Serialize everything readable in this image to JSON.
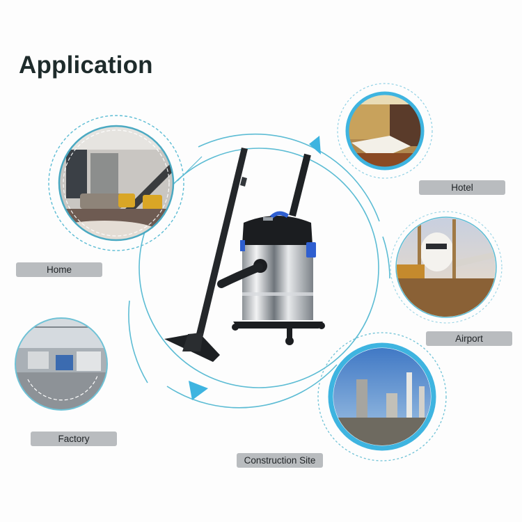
{
  "page": {
    "title": "Application",
    "accent_color": "#3eb4e0",
    "line_color": "#5cbcd4",
    "label_bg": "#b9bcbf"
  },
  "center_product": {
    "name": "wet-dry-vacuum-cleaner",
    "colors": {
      "body": "#c9ccd0",
      "lid": "#1b1d20",
      "accent": "#2f5fd0"
    }
  },
  "applications": [
    {
      "id": "home",
      "label": "Home"
    },
    {
      "id": "hotel",
      "label": "Hotel"
    },
    {
      "id": "airport",
      "label": "Airport"
    },
    {
      "id": "factory",
      "label": "Factory"
    },
    {
      "id": "construction",
      "label": "Construction Site"
    }
  ]
}
